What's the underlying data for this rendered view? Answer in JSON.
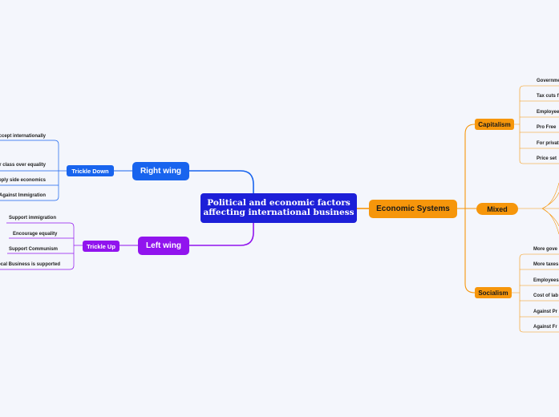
{
  "central": {
    "line1": "Political and economic factors",
    "line2": "affecting international business"
  },
  "right_wing": {
    "label": "Right wing",
    "sub": "Trickle Down",
    "leaves": [
      "Accept internationally",
      "Upper class over equality",
      "Supply side economics",
      "Against Immigration"
    ]
  },
  "left_wing": {
    "label": "Left wing",
    "sub": "Trickle Up",
    "leaves": [
      "Support immigration",
      "Encourage equality",
      "Support Communism",
      "Local Business is supported"
    ]
  },
  "economic": {
    "label": "Economic Systems",
    "capitalism": {
      "label": "Capitalism",
      "leaves": [
        "Government",
        "Tax cuts f",
        "Employee",
        "Pro Free",
        "For privat",
        "Price set"
      ]
    },
    "mixed": {
      "label": "Mixed"
    },
    "socialism": {
      "label": "Socialism",
      "leaves": [
        "More gove",
        "More taxes",
        "Employees",
        "Cost of lab",
        "Against Pr",
        "Against Fr"
      ]
    }
  },
  "colors": {
    "blue": "#1864ee",
    "purple": "#9114ee",
    "orange": "#f6960b",
    "central": "#1d1fd8"
  }
}
